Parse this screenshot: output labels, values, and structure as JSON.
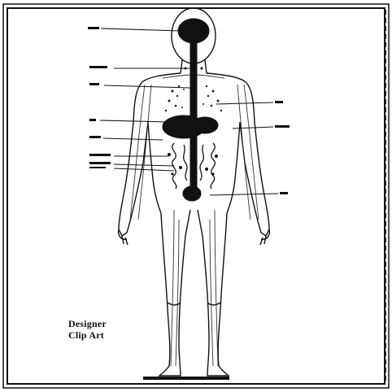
{
  "watermark": {
    "line1": "Designer",
    "line2": "Clip Art"
  },
  "caption": {
    "text": "",
    "note": "illegible small caption under the figure"
  },
  "labels": {
    "left": [
      "",
      "",
      "",
      "",
      "",
      "",
      "",
      ""
    ],
    "right": [
      "",
      "",
      ""
    ]
  },
  "colors": {
    "ink": "#111111",
    "background": "#ffffff"
  }
}
